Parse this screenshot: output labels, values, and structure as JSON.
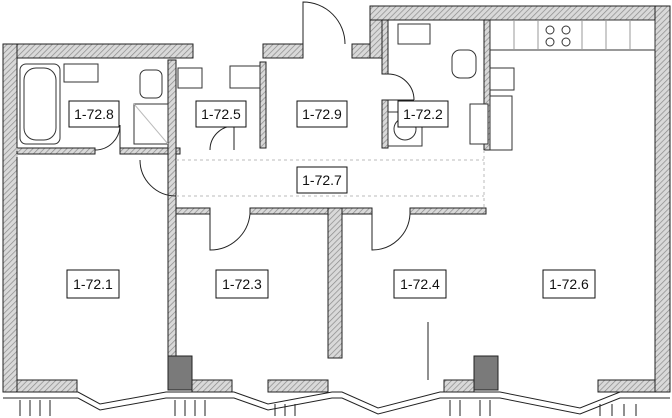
{
  "plan": {
    "rooms": [
      {
        "id": "r1",
        "label": "1-72.8"
      },
      {
        "id": "r2",
        "label": "1-72.5"
      },
      {
        "id": "r3",
        "label": "1-72.9"
      },
      {
        "id": "r4",
        "label": "1-72.2"
      },
      {
        "id": "r5",
        "label": "1-72.7"
      },
      {
        "id": "r6",
        "label": "1-72.1"
      },
      {
        "id": "r7",
        "label": "1-72.3"
      },
      {
        "id": "r8",
        "label": "1-72.4"
      },
      {
        "id": "r9",
        "label": "1-72.6"
      }
    ]
  }
}
